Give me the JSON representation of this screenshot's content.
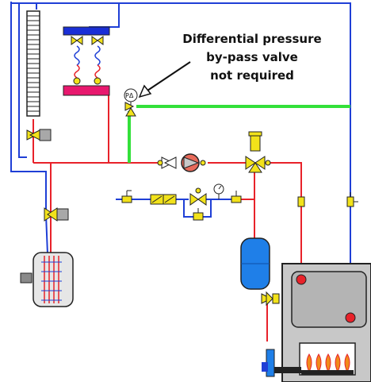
{
  "annotation": {
    "line1": "Differential pressure",
    "line2": "by-pass valve",
    "line3": "not required"
  },
  "valve_label": "PΔ",
  "colors": {
    "supply": "#e8222a",
    "return": "#1f3fd6",
    "bypass": "#33e03a",
    "expansion_tank": "#1f7fe8",
    "boiler_body": "#c8c8c8",
    "manifold_top": "#1a2fd6",
    "manifold_bottom": "#e8186e",
    "valve": "#f2e21a"
  }
}
